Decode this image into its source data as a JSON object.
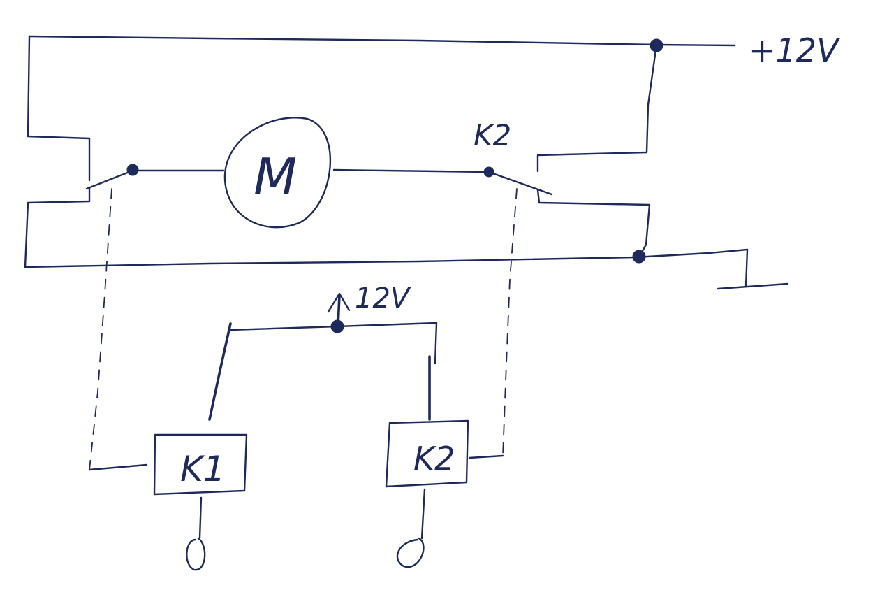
{
  "colors": {
    "ink": "#1f2a5c",
    "paper": "#ffffff"
  },
  "labels": {
    "supply_top": "+12V",
    "supply_mid": "12V",
    "motor": "M",
    "contact_k2": "K2",
    "relay_k1": "K1",
    "relay_k2": "K2"
  }
}
